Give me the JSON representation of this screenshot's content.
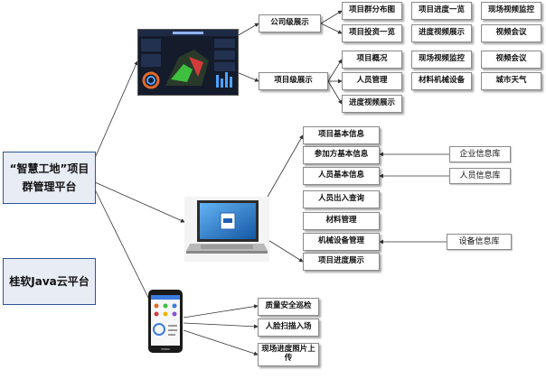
{
  "main_nodes": {
    "platform": "“智慧工地”项目群管理平台",
    "cloud": "桂软Java云平台"
  },
  "company_level": {
    "label": "公司级展示",
    "items": [
      "项目群分布图",
      "项目投资一览",
      "项目进度一览",
      "进度视频展示",
      "现场视频监控",
      "视频会议"
    ]
  },
  "project_level": {
    "label": "项目级展示",
    "items": [
      "项目概况",
      "人员管理",
      "进度视频展示",
      "现场视频监控",
      "材料机械设备",
      "视频会议",
      "城市天气"
    ]
  },
  "pc_modules": [
    "项目基本信息",
    "参加方基本信息",
    "人员基本信息",
    "人员出入查询",
    "材料管理",
    "机械设备管理",
    "项目进度展示"
  ],
  "databases": [
    "企业信息库",
    "人员信息库",
    "设备信息库"
  ],
  "mobile_modules": [
    "质量安全巡检",
    "人脸扫描入场",
    "现场进度照片上传"
  ]
}
